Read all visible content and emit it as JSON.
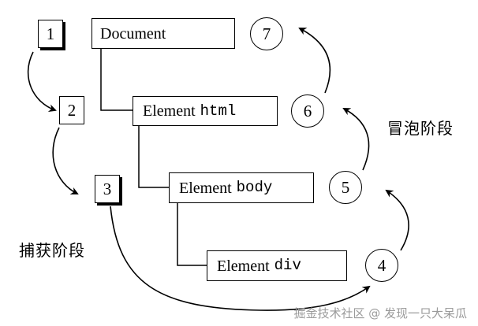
{
  "nodes": {
    "document": {
      "label": "Document"
    },
    "html": {
      "label": "Element",
      "tag": "html"
    },
    "body": {
      "label": "Element",
      "tag": "body"
    },
    "div": {
      "label": "Element",
      "tag": "div"
    }
  },
  "capture_steps": [
    "1",
    "2",
    "3"
  ],
  "bubble_steps": [
    "4",
    "5",
    "6",
    "7"
  ],
  "labels": {
    "capture_phase": "捕获阶段",
    "bubble_phase": "冒泡阶段"
  },
  "watermark": "掘金技术社区 @ 发现一只大呆瓜"
}
